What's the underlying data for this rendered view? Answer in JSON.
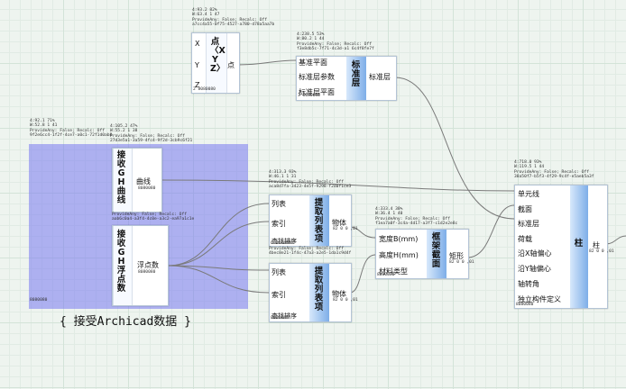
{
  "group": {
    "caption": "{ 接受Archicad数据 }"
  },
  "nodes": {
    "point": {
      "meta": "4:93.2 82%\nW:63.4 1 47\nProvideAny: False; Recalc: Off\na7cc4a55-0f75-4527-a780-d78a5aa7b",
      "inputs": [
        "X",
        "Y",
        "Z"
      ],
      "title": "点〈XYZ〉",
      "output": "点",
      "footer": "2 8080080"
    },
    "level": {
      "meta": "4:238.5 53%\nW:80.2 1 44\nProvideAny: False; Recalc: Off\nf3e8db5c-7f71-4c3d-a1 6c4f8fe7f",
      "inputs": [
        "基准平面",
        "标准层参数",
        "标准层平面"
      ],
      "title": "标准层",
      "output": "标准层",
      "footer": "3 8080080"
    },
    "recv_curve": {
      "meta": "4:92.1 71%\nW:52.8 1 41\nProvideAny: False; Recalc: Off\n9f2e6cc4-1f2f-4ce7-a0c1-72f1d0ab8",
      "title": "接收GH曲线",
      "output": "曲线",
      "footer": "8080080"
    },
    "recv_curve_b": {
      "meta": "4:105.2 47%\nW:55.2 1 38\nProvideAny: False; Recalc: Off\n27d3e5a1-3a59-4fc4-9f2d-3cb9c6f21",
      "footer": "8080080"
    },
    "recv_float": {
      "meta": "ProvideAny: False; Recalc: Off\naab6c0a4-a3f4-4c0e-a3c2-ea97a1c1e",
      "title": "接收GH浮点数",
      "output": "浮点数",
      "footer": "8080080"
    },
    "extract1": {
      "meta": "4:313.3 93%\nW:46.1 1 31\nProvideAny: False; Recalc: Off\naca8d7fa-3423-4e5f-9298-f2d0f1ce3",
      "inputs": [
        "列表",
        "索引",
        "查找排序"
      ],
      "title": "提取列表项",
      "output": "物体",
      "sub": "82 0 0 ,01",
      "footer": "6 8080080"
    },
    "extract2": {
      "meta": "ProvideAny: False; Recalc: Off\n4bec8e21-1f4c-47a3-a2e5-1da1c9d4f",
      "inputs": [
        "列表",
        "索引",
        "查找排序"
      ],
      "title": "提取列表项",
      "output": "物体",
      "sub": "82 0 0 ,01",
      "footer": "8080080"
    },
    "section": {
      "meta": "4:333.4 38%\nW:36.4 1 40\nProvideAny: False; Recalc: Off\nf1ea7a0f-3c4a-4d17-a3f7-c1d2e2e8c",
      "inputs": [
        "宽度B(mm)",
        "高度H(mm)",
        "材料类型"
      ],
      "title": "框架截面",
      "output": "矩形",
      "sub": "82 0 0 ,01",
      "footer": "8080080"
    },
    "column": {
      "meta": "4:718.0 93%\nW:119.5 1 44\nProvideAny: False; Recalc: Off\n38a50f7-b5f3-4f29-9c4f-e5aeb5a3f",
      "inputs": [
        "单元线",
        "截面",
        "标准层",
        "荷载",
        "沿X轴偏心",
        "沿Y轴偏心",
        "轴转角",
        "独立构件定义"
      ],
      "title": "柱",
      "output": "柱",
      "sub": "82 0 0 ,01",
      "footer": "8080080"
    }
  },
  "colors": {
    "group_fill": "#7878f0",
    "wire": "#7a7a7a",
    "node_accent": "#7eaee8"
  }
}
